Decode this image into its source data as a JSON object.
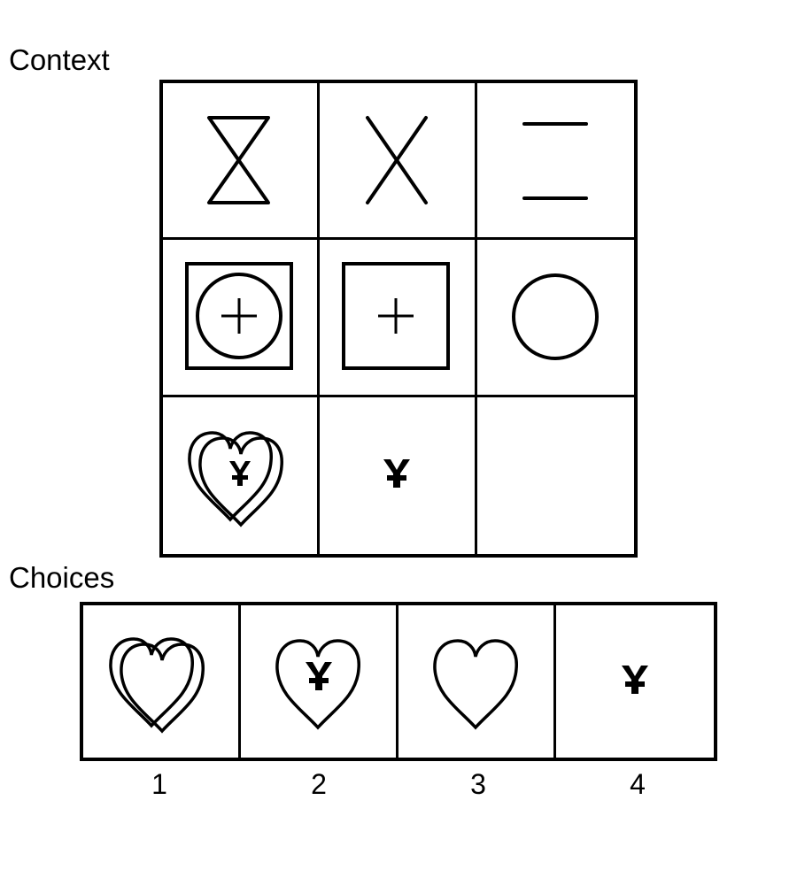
{
  "labels": {
    "context": "Context",
    "choices": "Choices"
  },
  "context_cells": [
    {
      "row": 1,
      "col": 1,
      "icon": "hourglass-icon"
    },
    {
      "row": 1,
      "col": 2,
      "icon": "x-cross-icon"
    },
    {
      "row": 1,
      "col": 3,
      "icon": "two-horizontal-lines-icon"
    },
    {
      "row": 2,
      "col": 1,
      "icon": "square-circle-plus-icon"
    },
    {
      "row": 2,
      "col": 2,
      "icon": "square-plus-icon"
    },
    {
      "row": 2,
      "col": 3,
      "icon": "circle-icon"
    },
    {
      "row": 3,
      "col": 1,
      "icon": "double-heart-yen-icon"
    },
    {
      "row": 3,
      "col": 2,
      "icon": "yen-icon"
    },
    {
      "row": 3,
      "col": 3,
      "icon": "empty"
    }
  ],
  "choices": [
    {
      "number": "1",
      "icon": "double-heart-icon"
    },
    {
      "number": "2",
      "icon": "heart-yen-icon"
    },
    {
      "number": "3",
      "icon": "heart-icon"
    },
    {
      "number": "4",
      "icon": "yen-icon"
    }
  ]
}
